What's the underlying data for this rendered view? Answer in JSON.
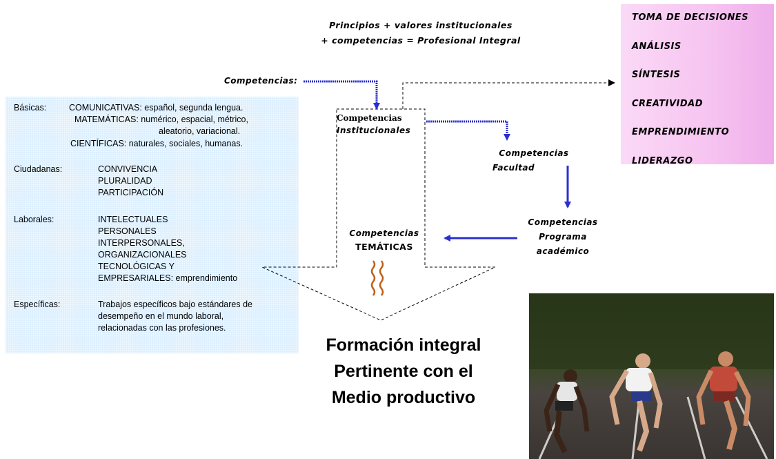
{
  "title": {
    "line1": "Principios + valores institucionales",
    "line2": "+ competencias = Profesional Integral"
  },
  "competencias_label": "Competencias:",
  "institucionales": {
    "line1": "Competencias",
    "line2": "Institucionales"
  },
  "facultad": {
    "line1": "Competencias",
    "line2": "Facultad"
  },
  "programa": {
    "line1": "Competencias",
    "line2": "Programa",
    "line3": "académico"
  },
  "tematicas": {
    "line1": "Competencias",
    "line2": "TEMÁTICAS"
  },
  "skills": [
    "TOMA DE DECISIONES",
    "ANÁLISIS",
    "SÍNTESIS",
    "CREATIVIDAD",
    "EMPRENDIMIENTO",
    "LIDERAZGO"
  ],
  "basicas": {
    "label": "Básicas:",
    "comunicativas": "COMUNICATIVAS: español, segunda lengua.",
    "matematicas_1": "MATEMÁTICAS:  numérico, espacial, métrico,",
    "matematicas_2": "aleatorio, variacional.",
    "cientificas": "CIENTÍFICAS: naturales, sociales, humanas."
  },
  "ciudadanas": {
    "label": "Ciudadanas:",
    "items": [
      "CONVIVENCIA",
      "PLURALIDAD",
      "PARTICIPACIÓN"
    ]
  },
  "laborales": {
    "label": "Laborales:",
    "items": [
      "INTELECTUALES",
      "PERSONALES",
      "INTERPERSONALES,",
      "ORGANIZACIONALES",
      "TECNOLÓGICAS Y",
      "EMPRESARIALES:  emprendimiento"
    ]
  },
  "especificas": {
    "label": "Específicas:",
    "lines": [
      "Trabajos específicos bajo estándares de",
      "desempeño en el mundo laboral,",
      "relacionadas con las profesiones."
    ]
  },
  "formacion": {
    "line1": "Formación integral",
    "line2": "Pertinente con el",
    "line3": "Medio productivo"
  },
  "colors": {
    "arrow_blue": "#2b2fd0",
    "squiggle": "#c0601a",
    "skills_bg": "#f6c3f0",
    "blue_box": "#dcefff"
  }
}
